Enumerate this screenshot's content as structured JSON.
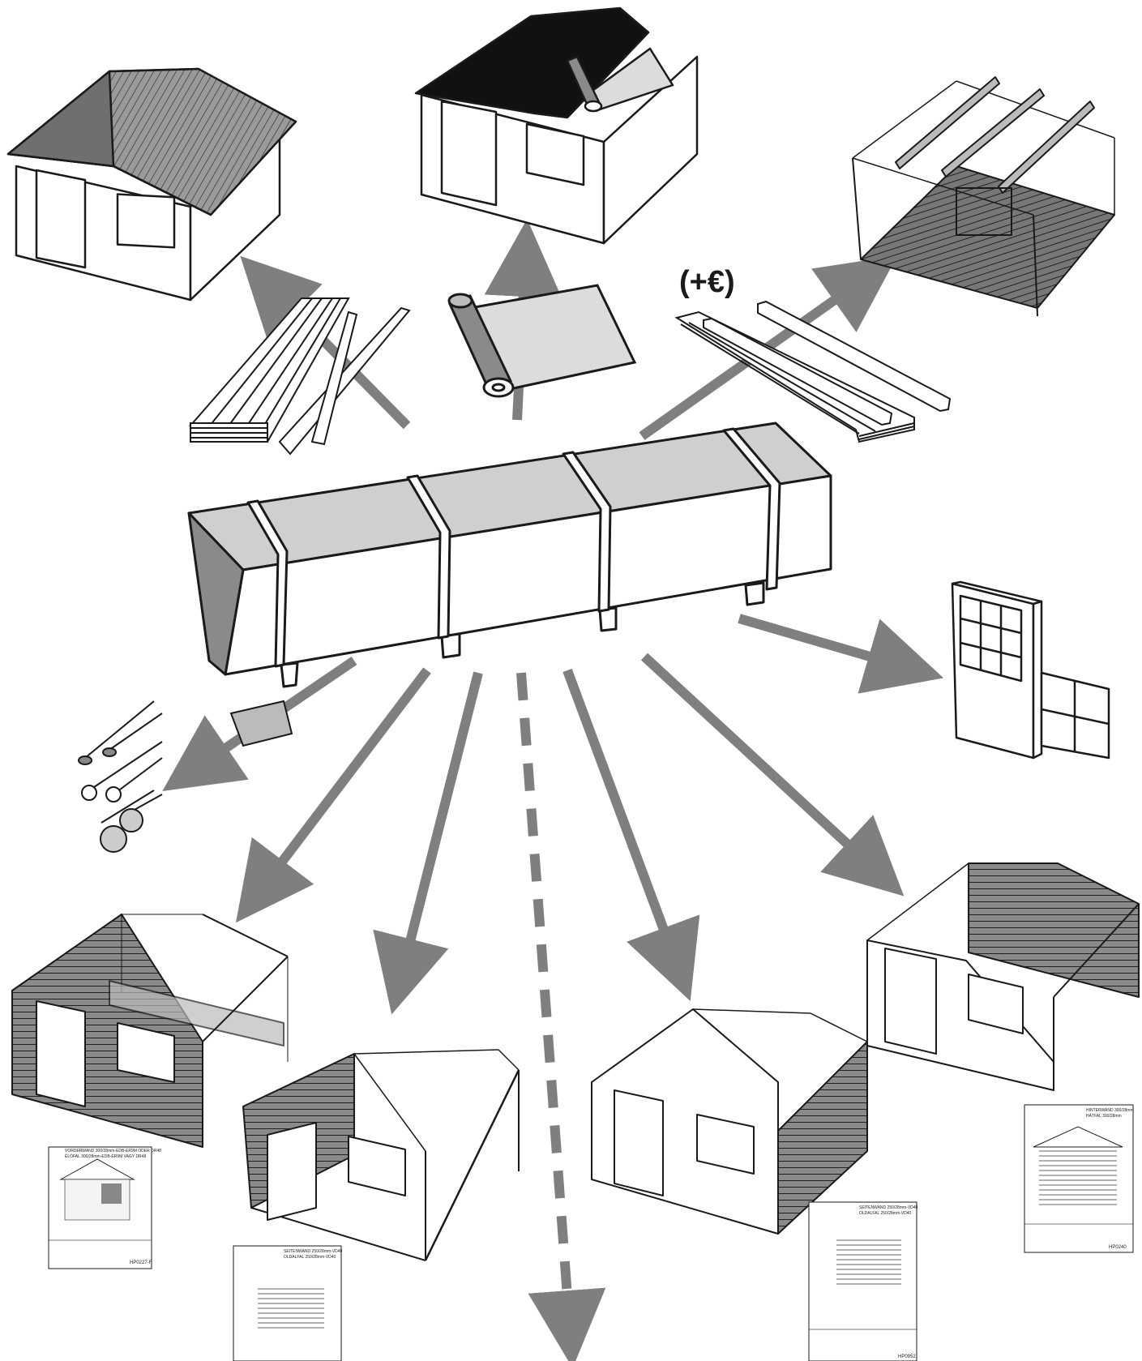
{
  "annotation": {
    "extra_cost": "(+€)"
  },
  "colors": {
    "arrow": "#7f7f7f",
    "outline": "#1a1a1a",
    "package_top": "#cfcfcf",
    "wall_shade": "#8a8a8a",
    "roof_dark": "#111111"
  },
  "drawings": {
    "front_wall": {
      "title_1": "VORDERWAND 300/28mm-EDB-ER9M ODER DR48",
      "title_2": "ELŐFAL 300/28mm-EDB-ER9M VAGY DR48",
      "code": "HP0227-F"
    },
    "side_wall_left": {
      "title_1": "SEITENWAND 250/28mm-VD40",
      "title_2": "OLDALFAL 250/28mm-VD40"
    },
    "side_wall_right": {
      "title_1": "SEITENWAND 250/28mm-VD40",
      "title_2": "OLDALFAL 250/28mm-VD40",
      "code": "HP0952"
    },
    "back_wall": {
      "title_1": "HINTERWAND 300/28mm",
      "title_2": "HÁTFAL 300/28mm",
      "code": "HP0240"
    }
  },
  "icons": {
    "package": "package-icon",
    "roof_boards": "roof-boards-icon",
    "roofing_felt": "roofing-felt-roll-icon",
    "floor_boards": "floor-boards-icon",
    "door_window": "door-window-icon",
    "fasteners": "fasteners-icon"
  }
}
